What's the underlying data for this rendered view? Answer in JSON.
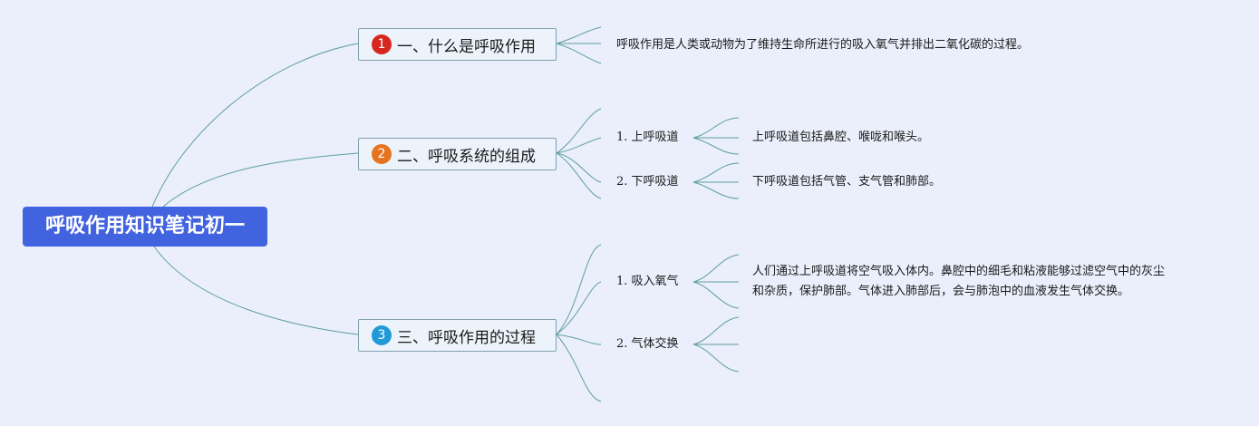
{
  "root": {
    "label": "呼吸作用知识笔记初一"
  },
  "topics": [
    {
      "number": "1",
      "label": "一、什么是呼吸作用",
      "color": "#d7261e",
      "note": "呼吸作用是人类或动物为了维持生命所进行的吸入氧气并排出二氧化碳的过程。"
    },
    {
      "number": "2",
      "label": "二、呼吸系统的组成",
      "color": "#e8731e",
      "children": [
        {
          "label": "1. 上呼吸道",
          "note": "上呼吸道包括鼻腔、喉咙和喉头。"
        },
        {
          "label": "2. 下呼吸道",
          "note": "下呼吸道包括气管、支气管和肺部。"
        }
      ]
    },
    {
      "number": "3",
      "label": "三、呼吸作用的过程",
      "color": "#1f9ad6",
      "children": [
        {
          "label": "1. 吸入氧气",
          "note_lines": [
            "人们通过上呼吸道将空气吸入体内。鼻腔中的细毛和粘液能够过滤空气中的灰尘",
            "和杂质，保护肺部。气体进入肺部后，会与肺泡中的血液发生气体交换。"
          ]
        },
        {
          "label": "2. 气体交换"
        }
      ]
    }
  ],
  "colors": {
    "background": "#eaeffb",
    "root": "#4263e0",
    "connector": "#5f9ea0",
    "topic_border": "#7fa2ae"
  }
}
